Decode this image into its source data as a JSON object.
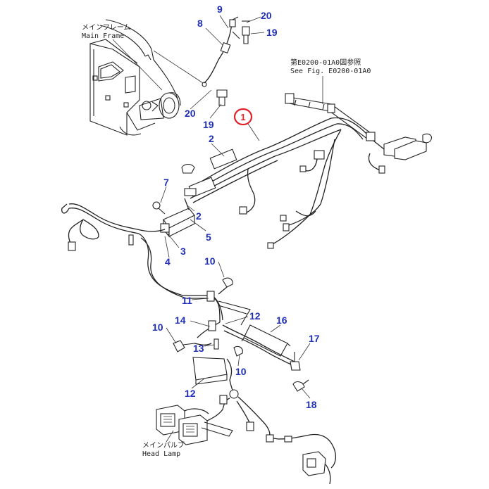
{
  "labels": {
    "main_frame_jp": "メインフレーム",
    "main_frame_en": "Main Frame",
    "see_fig_jp": "第E0200-01A0図参照",
    "see_fig_en": "See Fig. E0200-01A0",
    "head_lamp_jp": "メインパルブ",
    "head_lamp_en": "Head Lamp"
  },
  "callout": {
    "number": "1",
    "color": "#e0202a"
  },
  "colors": {
    "part_number": "#1f2fb8",
    "line": "#222222"
  },
  "part_numbers": {
    "p9": "9",
    "p20a": "20",
    "p8": "8",
    "p19a": "19",
    "p20b": "20",
    "p19b": "19",
    "p2a": "2",
    "p7": "7",
    "p2b": "2",
    "p5": "5",
    "p3": "3",
    "p4": "4",
    "p10a": "10",
    "p11": "11",
    "p12a": "12",
    "p14": "14",
    "p16": "16",
    "p10b": "10",
    "p13": "13",
    "p17": "17",
    "p10c": "10",
    "p12b": "12",
    "p18": "18"
  }
}
